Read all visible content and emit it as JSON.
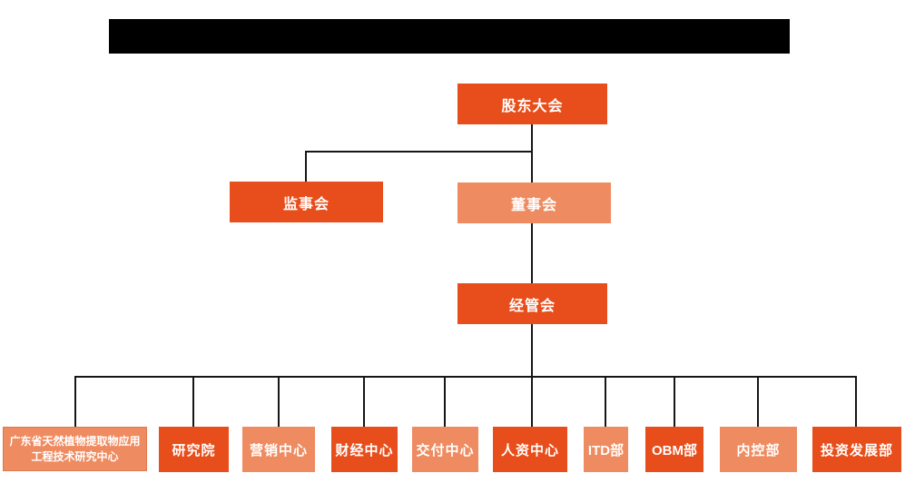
{
  "title_bar": {
    "redacted": true,
    "text": ""
  },
  "colors": {
    "primary": "#E84E1B",
    "secondary": "#EF8B60",
    "line": "#161616",
    "node_text": "#FFFFFF",
    "redaction": "#000000",
    "background": "#FFFFFF"
  },
  "org_chart": {
    "type": "org-tree",
    "root": {
      "label": "股东大会",
      "variant": "primary"
    },
    "level_2": [
      {
        "label": "监事会",
        "variant": "primary"
      },
      {
        "label": "董事会",
        "variant": "secondary"
      }
    ],
    "level_3": [
      {
        "label": "经管会",
        "variant": "primary"
      }
    ],
    "departments": [
      {
        "label": "广东省天然植物提取物应用工程技术研究中心",
        "variant": "secondary"
      },
      {
        "label": "研究院",
        "variant": "primary"
      },
      {
        "label": "营销中心",
        "variant": "secondary"
      },
      {
        "label": "财经中心",
        "variant": "primary"
      },
      {
        "label": "交付中心",
        "variant": "secondary"
      },
      {
        "label": "人资中心",
        "variant": "primary"
      },
      {
        "label": "ITD部",
        "variant": "secondary"
      },
      {
        "label": "OBM部",
        "variant": "primary"
      },
      {
        "label": "内控部",
        "variant": "secondary"
      },
      {
        "label": "投资发展部",
        "variant": "primary"
      }
    ]
  }
}
